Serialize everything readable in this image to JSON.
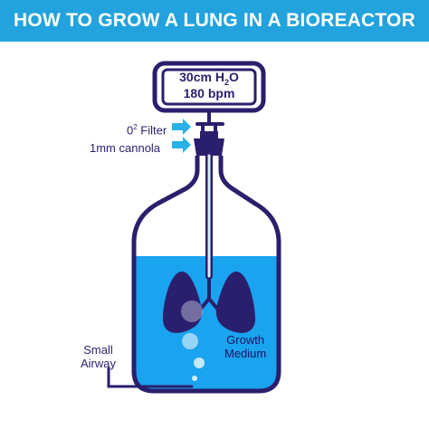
{
  "banner": {
    "title": "HOW TO GROW A LUNG IN A BIOREACTOR"
  },
  "controller": {
    "pressure_prefix": "30cm H",
    "pressure_sub": "2",
    "pressure_suffix": "O",
    "rate": "180 bpm"
  },
  "labels": {
    "filter_prefix": "0",
    "filter_sup": "2",
    "filter_suffix": " Filter",
    "cannula": "1mm cannola",
    "airway_line1": "Small",
    "airway_line2": "Airway",
    "medium_line1": "Growth",
    "medium_line2": "Medium"
  },
  "colors": {
    "banner": "#22a3dd",
    "outline": "#2a1f6d",
    "medium": "#1aa3ef",
    "arrow": "#29b1e8",
    "lung": "#2a1f6d"
  }
}
